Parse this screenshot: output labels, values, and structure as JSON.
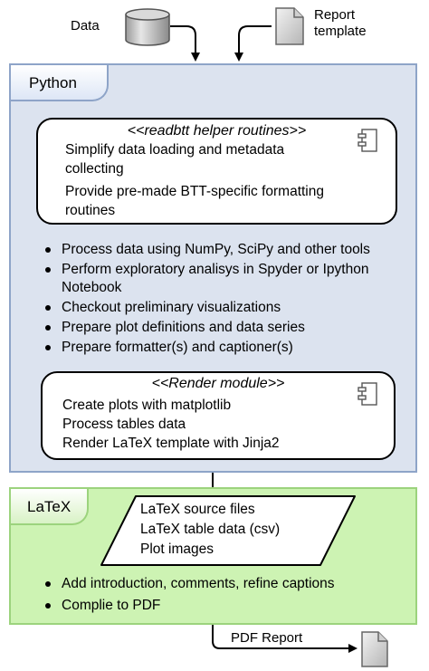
{
  "inputs": {
    "data_label": "Data",
    "report_template_label": "Report\ntemplate"
  },
  "python": {
    "title": "Python",
    "helper": {
      "stereotype": "<<readbtt helper routines>>",
      "lines": [
        "Simplify data loading and metadata",
        "collecting",
        "Provide pre-made BTT-specific formatting",
        "routines"
      ]
    },
    "bullets": [
      "Process data using NumPy, SciPy and other tools",
      "Perform exploratory analisys in Spyder or Ipython\nNotebook",
      "Checkout preliminary visualizations",
      "Prepare plot definitions and data series",
      "Prepare formatter(s) and captioner(s)"
    ],
    "render": {
      "stereotype": "<<Render module>>",
      "lines": [
        "Create plots with matplotlib",
        "Process tables data",
        "Render LaTeX template with Jinja2"
      ]
    }
  },
  "latex": {
    "title": "LaTeX",
    "sources": [
      "LaTeX source files",
      "LaTeX table data (csv)",
      "Plot images"
    ],
    "bullets": [
      "Add introduction, comments, refine captions",
      "Complie to PDF"
    ]
  },
  "output": {
    "label": "PDF Report"
  }
}
